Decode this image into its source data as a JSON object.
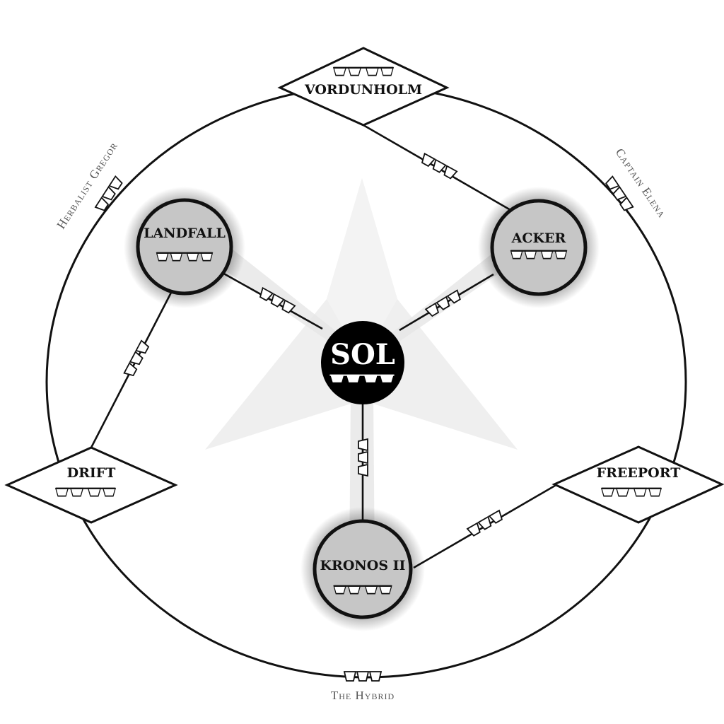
{
  "hub": {
    "name": "SOL"
  },
  "planets": [
    {
      "id": "landfall",
      "name": "LANDFALL"
    },
    {
      "id": "acker",
      "name": "ACKER"
    },
    {
      "id": "kronos",
      "name": "KRONOS II"
    }
  ],
  "stations": [
    {
      "id": "vordunholm",
      "name": "VORDUNHOLM"
    },
    {
      "id": "drift",
      "name": "DRIFT"
    },
    {
      "id": "freeport",
      "name": "FREEPORT"
    }
  ],
  "orbit_markers": [
    {
      "id": "herbalist-gregor",
      "name": "Herbalist Gregor"
    },
    {
      "id": "captain-elena",
      "name": "Captain Elena"
    },
    {
      "id": "the-hybrid",
      "name": "The Hybrid"
    }
  ],
  "colors": {
    "planet_fill": "#c6c6c6",
    "hub_fill": "#000000",
    "star_fill": "#eeeeee",
    "line": "#111111"
  }
}
